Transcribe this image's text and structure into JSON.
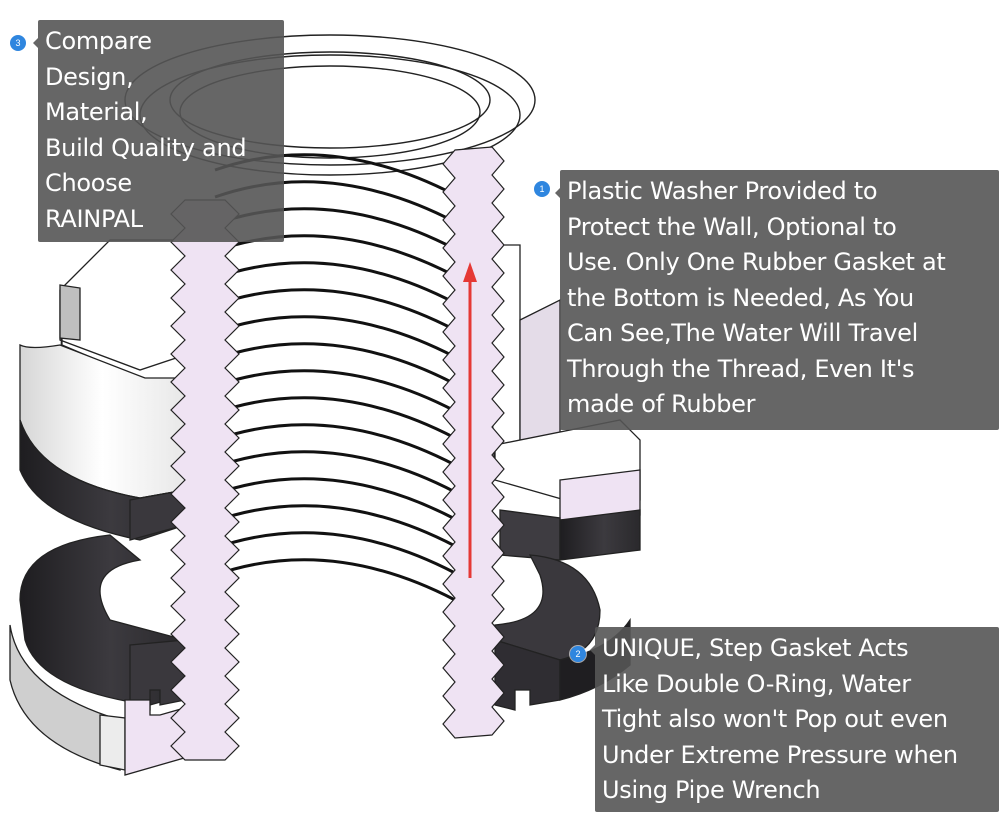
{
  "diagram": {
    "subject": "Cutaway view of threaded pipe fitting with step gasket",
    "colors": {
      "section_fill": "#efe3f3",
      "body_fill": "#ffffff",
      "gasket_dark": "#3a383d",
      "outline": "#222222",
      "arrow": "#e53935",
      "callout_bg": "#555555",
      "badge": "#2f86df"
    },
    "annotations": [
      {
        "id": "1",
        "badge": "1",
        "lines": [
          "Plastic Washer Provided to",
          "Protect the Wall, Optional to",
          "Use. Only One Rubber Gasket at",
          "the Bottom is Needed, As You",
          "Can See,The Water Will Travel",
          "Through the Thread, Even It's",
          "made of Rubber"
        ]
      },
      {
        "id": "2",
        "badge": "2",
        "lines": [
          "UNIQUE, Step Gasket Acts",
          "Like Double O-Ring, Water",
          "Tight also won't Pop out even",
          "Under Extreme Pressure when",
          "Using Pipe Wrench"
        ]
      },
      {
        "id": "3",
        "badge": "3",
        "lines": [
          "Compare",
          "Design,",
          "Material,",
          "Build Quality and",
          "Choose",
          "RAINPAL"
        ]
      }
    ],
    "arrow": {
      "direction": "up",
      "meaning": "water path through thread"
    }
  }
}
